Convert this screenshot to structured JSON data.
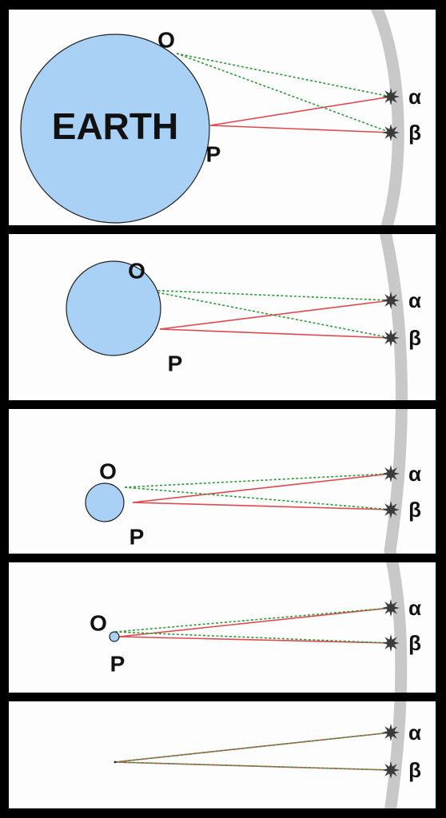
{
  "colors": {
    "frame": "#000000",
    "panel_background": "#fdfdfd",
    "sky_band": "#c8c8c8",
    "earth_fill": "#a9d0f5",
    "earth_stroke": "#1f1f1f",
    "line_from_P": "#e0484e",
    "line_from_O": "#2e9a3a",
    "star": "#3a3a3a"
  },
  "labels": {
    "earth": "EARTH",
    "observer_O": "O",
    "observer_P": "P",
    "star_alpha": "α",
    "star_beta": "β"
  },
  "panels": [
    {
      "earth_size": "large",
      "show_earth_label": true,
      "show_O": true,
      "show_P": true
    },
    {
      "earth_size": "medium",
      "show_earth_label": false,
      "show_O": true,
      "show_P": true
    },
    {
      "earth_size": "small",
      "show_earth_label": false,
      "show_O": true,
      "show_P": true
    },
    {
      "earth_size": "tiny",
      "show_earth_label": false,
      "show_O": true,
      "show_P": true
    },
    {
      "earth_size": "point",
      "show_earth_label": false,
      "show_O": false,
      "show_P": false
    }
  ],
  "icons": {
    "star": "star-burst-icon"
  }
}
